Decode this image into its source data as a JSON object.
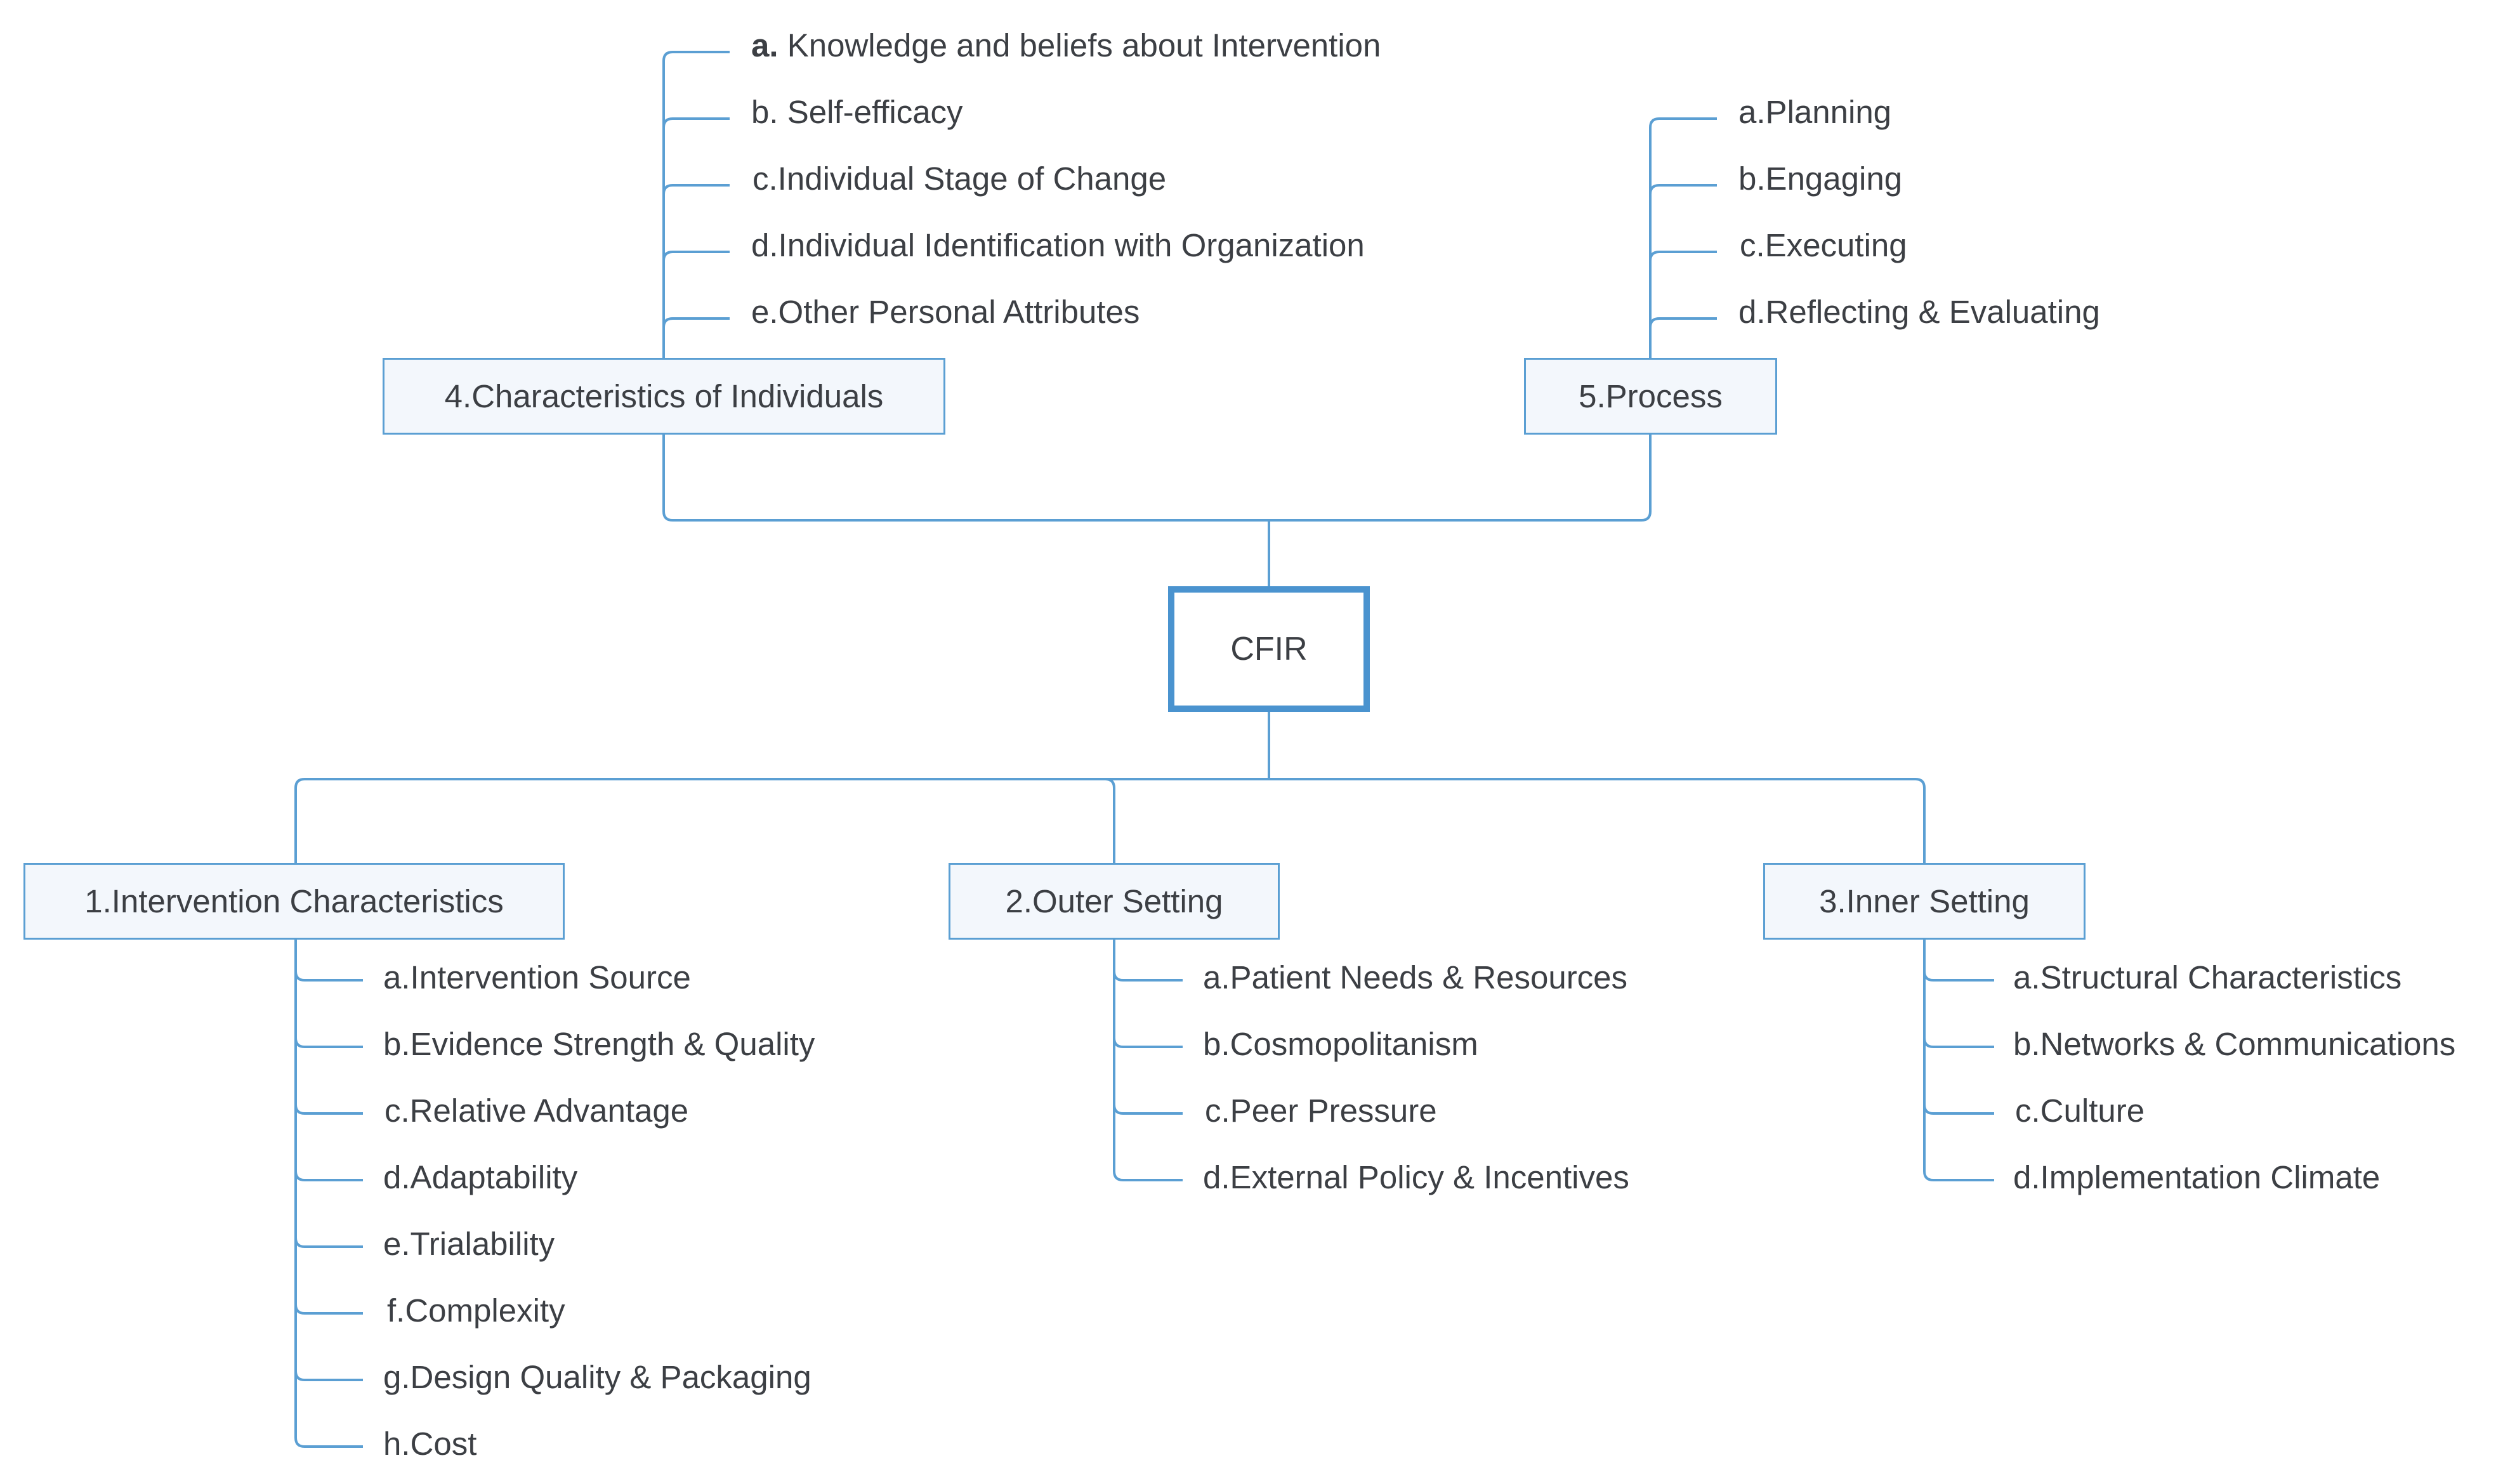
{
  "diagram": {
    "center": {
      "label": "CFIR"
    },
    "colors": {
      "line": "#5b9fd3",
      "box_fill": "#f3f7fc",
      "box_border": "#5b9fd3",
      "center_border": "#4a93cf",
      "text": "#3c3f44"
    },
    "nodes": {
      "individuals": {
        "label": "4.Characteristics of Individuals",
        "items": [
          {
            "letter": "a.",
            "text": " Knowledge and beliefs about Intervention",
            "letter_bold": true
          },
          {
            "letter": "b.",
            "text": " Self-efficacy"
          },
          {
            "letter": "c.",
            "text": "Individual Stage of Change"
          },
          {
            "letter": "d.",
            "text": "Individual Identification with Organization"
          },
          {
            "letter": "e.",
            "text": "Other Personal Attributes"
          }
        ]
      },
      "process": {
        "label": "5.Process",
        "items": [
          {
            "letter": "a.",
            "text": "Planning"
          },
          {
            "letter": "b.",
            "text": "Engaging"
          },
          {
            "letter": "c.",
            "text": "Executing"
          },
          {
            "letter": "d.",
            "text": "Reflecting & Evaluating"
          }
        ]
      },
      "intervention": {
        "label": "1.Intervention Characteristics",
        "items": [
          {
            "letter": "a.",
            "text": "Intervention Source"
          },
          {
            "letter": "b.",
            "text": "Evidence Strength & Quality"
          },
          {
            "letter": "c.",
            "text": "Relative Advantage"
          },
          {
            "letter": "d.",
            "text": "Adaptability"
          },
          {
            "letter": "e.",
            "text": "Trialability"
          },
          {
            "letter": "f.",
            "text": "Complexity"
          },
          {
            "letter": "g.",
            "text": "Design Quality & Packaging"
          },
          {
            "letter": "h.",
            "text": "Cost"
          }
        ]
      },
      "outer": {
        "label": "2.Outer Setting",
        "items": [
          {
            "letter": "a.",
            "text": "Patient Needs & Resources"
          },
          {
            "letter": "b.",
            "text": "Cosmopolitanism"
          },
          {
            "letter": "c.",
            "text": "Peer Pressure"
          },
          {
            "letter": "d.",
            "text": "External Policy & Incentives"
          }
        ]
      },
      "inner": {
        "label": "3.Inner Setting",
        "items": [
          {
            "letter": "a.",
            "text": "Structural Characteristics"
          },
          {
            "letter": "b.",
            "text": "Networks & Communications"
          },
          {
            "letter": "c.",
            "text": "Culture"
          },
          {
            "letter": "d.",
            "text": "Implementation Climate"
          }
        ]
      }
    }
  }
}
